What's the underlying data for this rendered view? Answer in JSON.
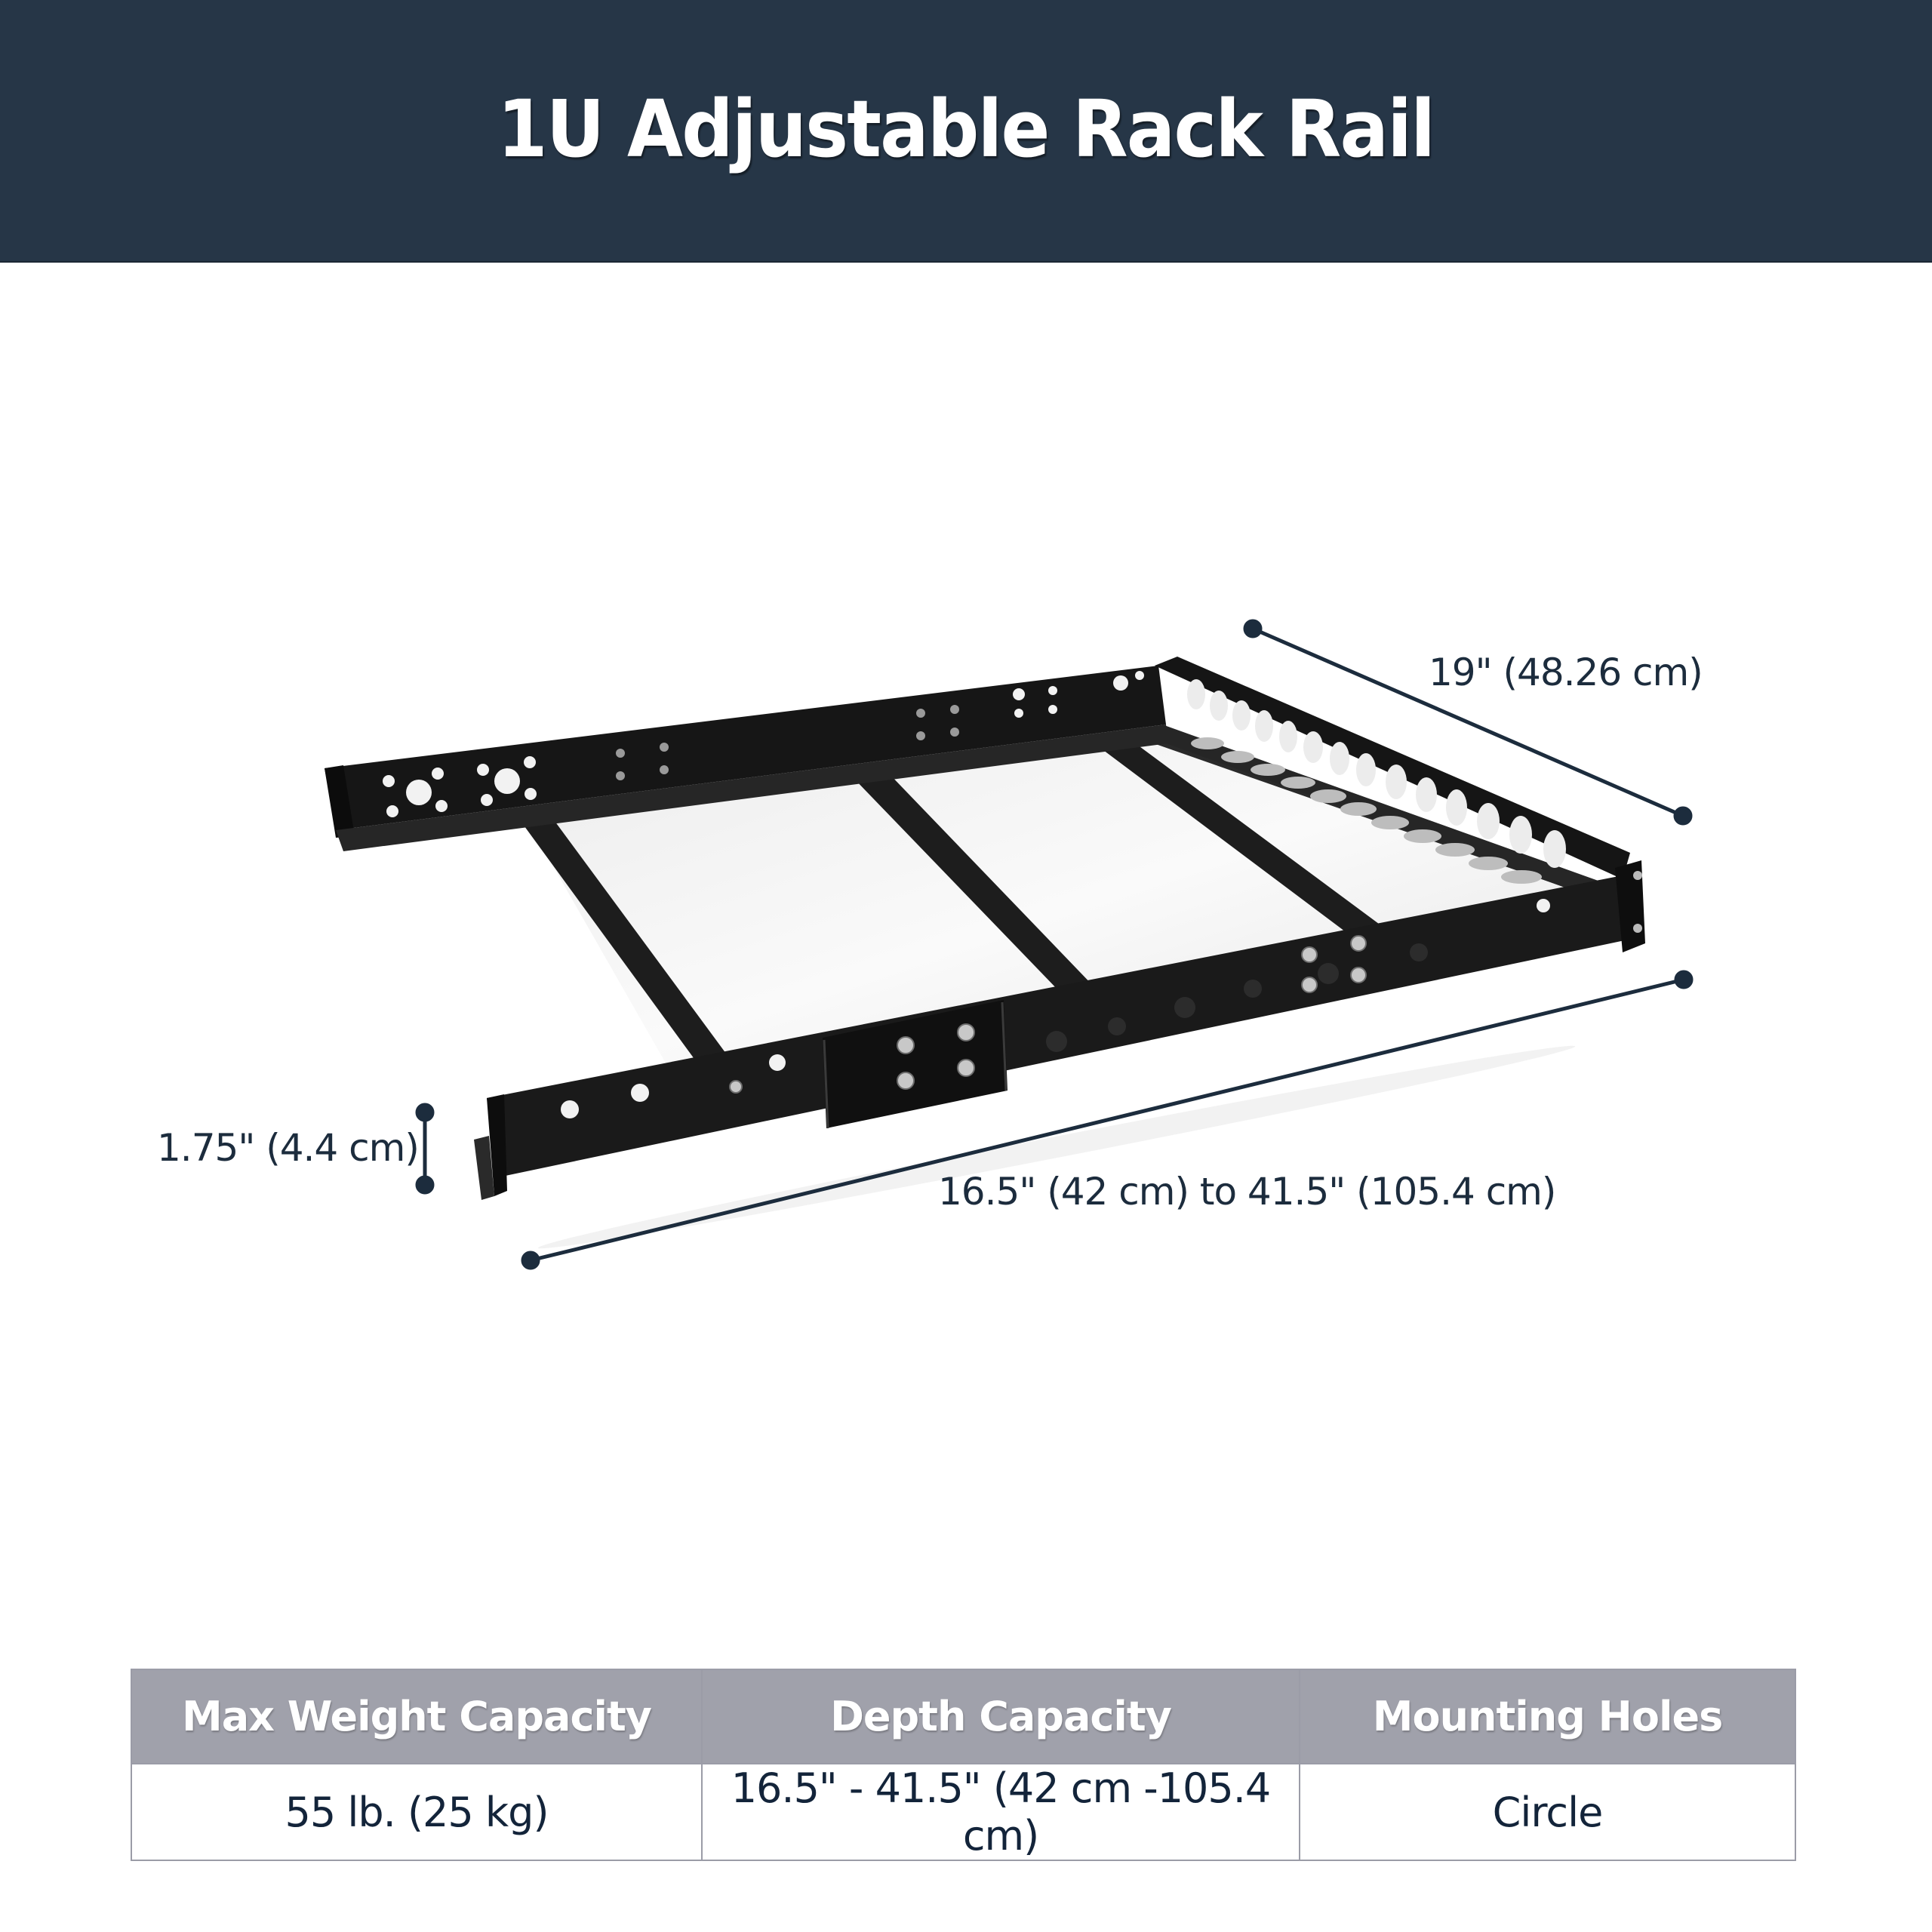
{
  "header": {
    "title": "1U Adjustable Rack Rail",
    "background_color": "#263647"
  },
  "product_image": {
    "subject": "black 1U adjustable rack rail frame with circular mounting holes",
    "accent_color": "#1c2c3d"
  },
  "dimensions": {
    "width_label": "19\" (48.26 cm)",
    "depth_label": "16.5\" (42 cm) to 41.5\" (105.4 cm)",
    "height_label": "1.75\" (4.4 cm)"
  },
  "spec_table": {
    "header_color": "#a0a1ab",
    "columns": [
      "Max Weight Capacity",
      "Depth Capacity",
      "Mounting Holes"
    ],
    "rows": [
      [
        "55 lb. (25 kg)",
        "16.5\" - 41.5\" (42 cm -105.4 cm)",
        "Circle"
      ]
    ]
  }
}
